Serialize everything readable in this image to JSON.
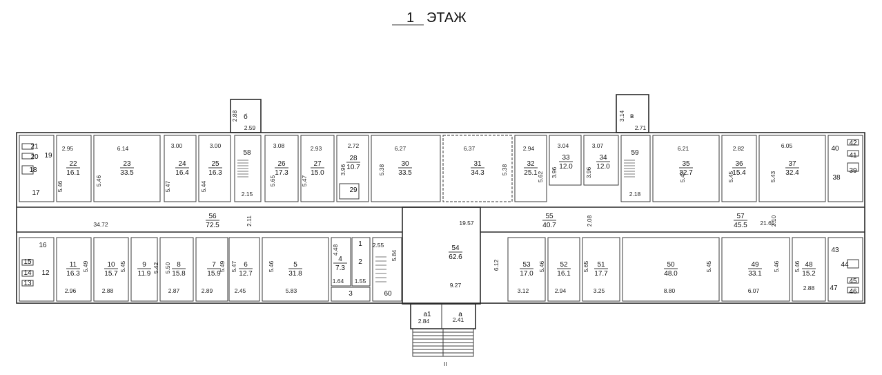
{
  "title": {
    "number": "1",
    "text": "ЭТАЖ"
  },
  "staircases": {
    "left": "б",
    "right": "в"
  },
  "exit_mark": "II",
  "rooms": [
    {
      "id": "r1",
      "num": "1",
      "area": ""
    },
    {
      "id": "r2",
      "num": "2",
      "area": ""
    },
    {
      "id": "r3",
      "num": "3",
      "area": ""
    },
    {
      "id": "r4",
      "num": "4",
      "area": "7.3"
    },
    {
      "id": "r5",
      "num": "5",
      "area": "31.8"
    },
    {
      "id": "r6",
      "num": "6",
      "area": "12.7"
    },
    {
      "id": "r7",
      "num": "7",
      "area": "15.9"
    },
    {
      "id": "r8",
      "num": "8",
      "area": "15.8"
    },
    {
      "id": "r9",
      "num": "9",
      "area": "11.9"
    },
    {
      "id": "r10",
      "num": "10",
      "area": "15.7"
    },
    {
      "id": "r11",
      "num": "11",
      "area": "16.3"
    },
    {
      "id": "r12",
      "num": "12",
      "area": ""
    },
    {
      "id": "r13",
      "num": "13",
      "area": ""
    },
    {
      "id": "r14",
      "num": "14",
      "area": ""
    },
    {
      "id": "r15",
      "num": "15",
      "area": ""
    },
    {
      "id": "r16",
      "num": "16",
      "area": ""
    },
    {
      "id": "r17",
      "num": "17",
      "area": ""
    },
    {
      "id": "r18",
      "num": "18",
      "area": ""
    },
    {
      "id": "r19",
      "num": "19",
      "area": ""
    },
    {
      "id": "r20",
      "num": "20",
      "area": ""
    },
    {
      "id": "r21",
      "num": "21",
      "area": ""
    },
    {
      "id": "r22",
      "num": "22",
      "area": "16.1"
    },
    {
      "id": "r23",
      "num": "23",
      "area": "33.5"
    },
    {
      "id": "r24",
      "num": "24",
      "area": "16.4"
    },
    {
      "id": "r25",
      "num": "25",
      "area": "16.3"
    },
    {
      "id": "r26",
      "num": "26",
      "area": "17.3"
    },
    {
      "id": "r27",
      "num": "27",
      "area": "15.0"
    },
    {
      "id": "r28",
      "num": "28",
      "area": "10.7"
    },
    {
      "id": "r29",
      "num": "29",
      "area": ""
    },
    {
      "id": "r30",
      "num": "30",
      "area": "33.5"
    },
    {
      "id": "r31",
      "num": "31",
      "area": "34.3"
    },
    {
      "id": "r32",
      "num": "32",
      "area": "25.1"
    },
    {
      "id": "r33",
      "num": "33",
      "area": "12.0"
    },
    {
      "id": "r34",
      "num": "34",
      "area": "12.0"
    },
    {
      "id": "r35",
      "num": "35",
      "area": "32.7"
    },
    {
      "id": "r36",
      "num": "36",
      "area": "15.4"
    },
    {
      "id": "r37",
      "num": "37",
      "area": "32.4"
    },
    {
      "id": "r38",
      "num": "38",
      "area": ""
    },
    {
      "id": "r39",
      "num": "39",
      "area": ""
    },
    {
      "id": "r40",
      "num": "40",
      "area": ""
    },
    {
      "id": "r41",
      "num": "41",
      "area": ""
    },
    {
      "id": "r42",
      "num": "42",
      "area": ""
    },
    {
      "id": "r43",
      "num": "43",
      "area": ""
    },
    {
      "id": "r44",
      "num": "44",
      "area": ""
    },
    {
      "id": "r45",
      "num": "45",
      "area": ""
    },
    {
      "id": "r46",
      "num": "46",
      "area": ""
    },
    {
      "id": "r47",
      "num": "47",
      "area": ""
    },
    {
      "id": "r48",
      "num": "48",
      "area": "15.2"
    },
    {
      "id": "r49",
      "num": "49",
      "area": "33.1"
    },
    {
      "id": "r50",
      "num": "50",
      "area": "48.0"
    },
    {
      "id": "r51",
      "num": "51",
      "area": "17.7"
    },
    {
      "id": "r52",
      "num": "52",
      "area": "16.1"
    },
    {
      "id": "r53",
      "num": "53",
      "area": "17.0"
    },
    {
      "id": "r54",
      "num": "54",
      "area": "62.6"
    },
    {
      "id": "r55",
      "num": "55",
      "area": "40.7"
    },
    {
      "id": "r56",
      "num": "56",
      "area": "72.5"
    },
    {
      "id": "r57",
      "num": "57",
      "area": "45.5"
    },
    {
      "id": "r58",
      "num": "58",
      "area": ""
    },
    {
      "id": "r59",
      "num": "59",
      "area": ""
    },
    {
      "id": "r60",
      "num": "60",
      "area": ""
    },
    {
      "id": "ra1",
      "num": "а1",
      "area": ""
    },
    {
      "id": "ra",
      "num": "а",
      "area": ""
    }
  ],
  "dimensions": [
    "2.88",
    "2.59",
    "3.14",
    "2.71",
    "2.95",
    "6.14",
    "3.00",
    "3.00",
    "3.08",
    "2.93",
    "2.72",
    "6.27",
    "6.37",
    "2.94",
    "3.04",
    "3.07",
    "6.21",
    "2.82",
    "6.05",
    "5.46",
    "5.46",
    "5.47",
    "5.44",
    "5.65",
    "5.47",
    "3.96",
    "5.38",
    "5.38",
    "5.62",
    "3.96",
    "3.96",
    "5.45",
    "5.47",
    "5.43",
    "2.15",
    "2.11",
    "2.18",
    "2.08",
    "2.10",
    "34.72",
    "19.57",
    "21.65",
    "5.49",
    "5.45",
    "5.42",
    "5.50",
    "5.49",
    "5.47",
    "5.46",
    "4.48",
    "2.55",
    "5.84",
    "6.12",
    "5.46",
    "5.65",
    "5.45",
    "5.46",
    "5.46",
    "2.96",
    "2.88",
    "2.87",
    "2.89",
    "2.45",
    "5.83",
    "1.64",
    "1.55",
    "9.27",
    "3.12",
    "2.94",
    "3.25",
    "8.80",
    "6.07",
    "2.88",
    "2.84",
    "2.41"
  ]
}
